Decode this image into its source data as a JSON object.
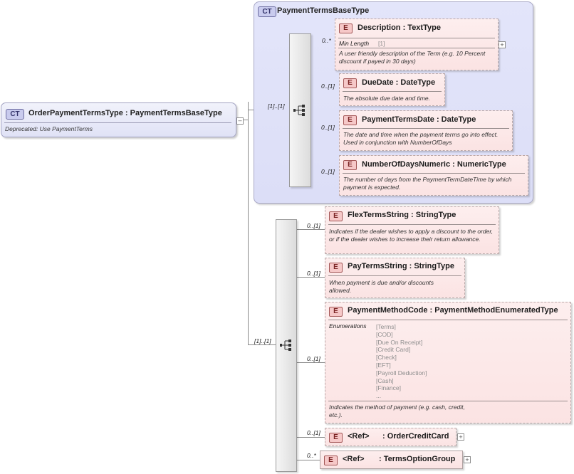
{
  "complex_type": {
    "badge": "CT",
    "title": "OrderPaymentTermsType : PaymentTermsBaseType",
    "doc": "Deprecated: Use PaymentTerms"
  },
  "base_type": {
    "badge": "CT",
    "title": "PaymentTermsBaseType"
  },
  "sequences": {
    "base_card": "[1]..[1]",
    "ext_card": "[1]..[1]"
  },
  "element_badge": "E",
  "elements": {
    "description": {
      "title": "Description : TextType",
      "card": "0..*",
      "facet_label": "Min Length",
      "facet_value": "[1]",
      "doc": "A user friendly description of the Term (e.g. 10 Percent discount if payed in 30 days)"
    },
    "due_date": {
      "title": "DueDate : DateType",
      "card": "0..[1]",
      "doc": "The absolute due date and time."
    },
    "payment_terms_date": {
      "title": "PaymentTermsDate : DateType",
      "card": "0..[1]",
      "doc": "The date and time when the payment terms go into effect. Used in conjunction with NumberOfDays"
    },
    "number_of_days": {
      "title": "NumberOfDaysNumeric : NumericType",
      "card": "0..[1]",
      "doc": "The number of days from the PaymentTermDateTime by which payment is expected."
    },
    "flex_terms": {
      "title": "FlexTermsString : StringType",
      "card": "0..[1]",
      "doc": "Indicates if the dealer wishes to apply a discount to the order, or if the dealer wishes to increase their return allowance."
    },
    "pay_terms": {
      "title": "PayTermsString : StringType",
      "card": "0..[1]",
      "doc": "When payment is due and/or discounts allowed."
    },
    "payment_method": {
      "title": "PaymentMethodCode : PaymentMethodEnumeratedType",
      "card": "0..[1]",
      "enum_label": "Enumerations",
      "enums": [
        "[Terms]",
        "[COD]",
        "[Due On Receipt]",
        "[Credit Card]",
        "[Check]",
        "[EFT]",
        "[Payroll Deduction]",
        "[Cash]",
        "[Finance]",
        "..."
      ],
      "doc": "Indicates the method of payment (e.g. cash, credit, etc.)."
    },
    "order_credit_card": {
      "ref": "<Ref>",
      "title": ": OrderCreditCard",
      "card": "0..[1]"
    },
    "terms_option_group": {
      "ref": "<Ref>",
      "title": ": TermsOptionGroup",
      "card": "0..*"
    }
  },
  "colors": {
    "complex_type_fill": "#e0e2f6",
    "base_panel_fill": "#dcdef7",
    "element_fill": "#fbe3e3",
    "element_badge": "#f6c8c8",
    "sequence_fill": "#dcdcdc",
    "connector": "#8a8a8a"
  },
  "icons": {
    "sequence": "sequence-compositor-icon",
    "expand": "plus-expand-icon",
    "collapse": "minus-collapse-icon"
  }
}
